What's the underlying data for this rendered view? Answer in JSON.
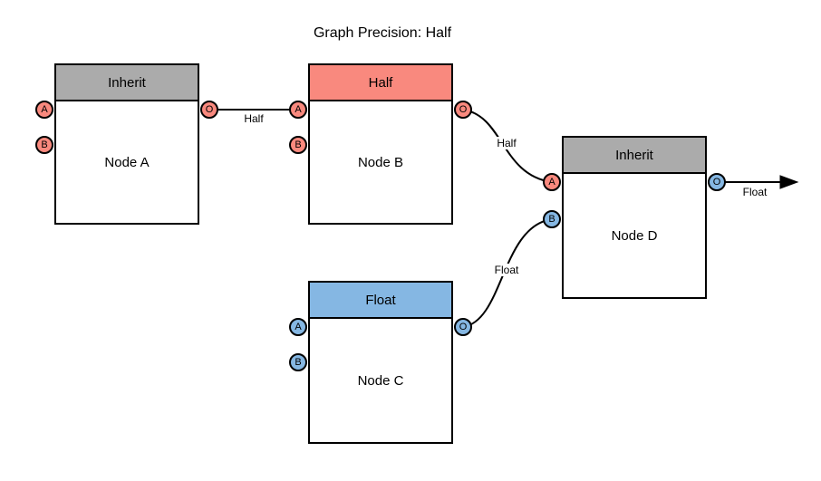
{
  "title": "Graph Precision: Half",
  "colors": {
    "salmon": "#F9897E",
    "blue": "#85B7E3",
    "gray": "#ABABAB",
    "node_bg": "#FFFFFF",
    "stroke": "#000000"
  },
  "nodes": [
    {
      "name": "Node A",
      "header": "Inherit",
      "header_color": "gray",
      "ports": [
        {
          "label": "A",
          "color": "salmon"
        },
        {
          "label": "B",
          "color": "salmon"
        },
        {
          "label": "O",
          "color": "salmon"
        }
      ]
    },
    {
      "name": "Node B",
      "header": "Half",
      "header_color": "salmon",
      "ports": [
        {
          "label": "A",
          "color": "salmon"
        },
        {
          "label": "B",
          "color": "salmon"
        },
        {
          "label": "O",
          "color": "salmon"
        }
      ]
    },
    {
      "name": "Node C",
      "header": "Float",
      "header_color": "blue",
      "ports": [
        {
          "label": "A",
          "color": "blue"
        },
        {
          "label": "B",
          "color": "blue"
        },
        {
          "label": "O",
          "color": "blue"
        }
      ]
    },
    {
      "name": "Node D",
      "header": "Inherit",
      "header_color": "gray",
      "ports": [
        {
          "label": "A",
          "color": "salmon"
        },
        {
          "label": "B",
          "color": "blue"
        },
        {
          "label": "O",
          "color": "blue"
        }
      ]
    }
  ],
  "edges": [
    {
      "from": "Node A.O",
      "to": "Node B.A",
      "label": "Half"
    },
    {
      "from": "Node B.O",
      "to": "Node D.A",
      "label": "Half"
    },
    {
      "from": "Node C.O",
      "to": "Node D.B",
      "label": "Float"
    },
    {
      "from": "Node D.O",
      "to": "graph-output",
      "label": "Float"
    }
  ]
}
